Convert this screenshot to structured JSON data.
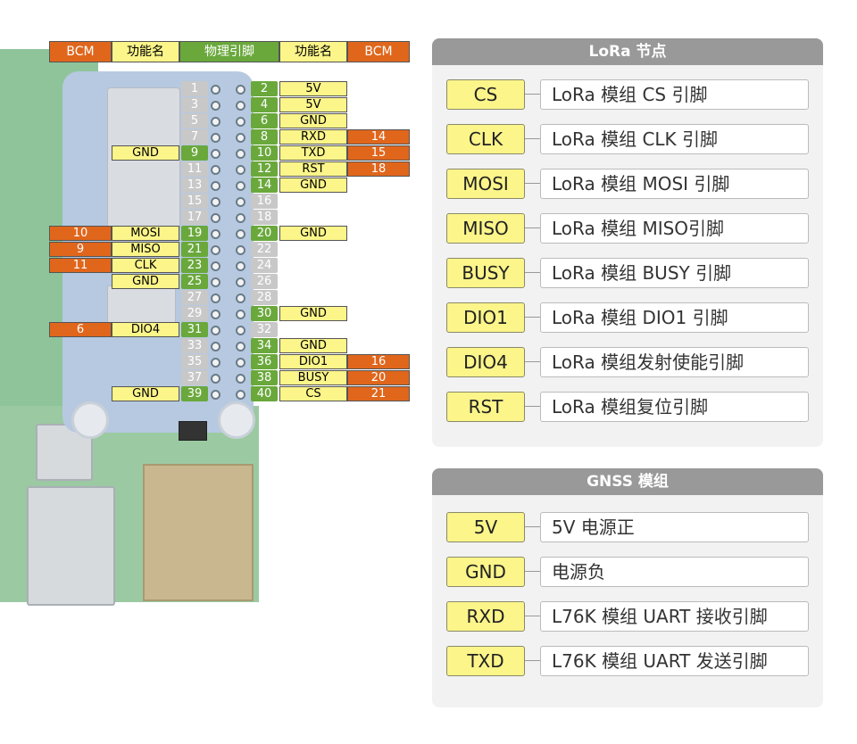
{
  "header": [
    "BCM",
    "功能名",
    "物理引脚",
    "功能名",
    "BCM"
  ],
  "left_rows": [
    {
      "pin": "1",
      "func": "",
      "bcm": ""
    },
    {
      "pin": "3",
      "func": "",
      "bcm": ""
    },
    {
      "pin": "5",
      "func": "",
      "bcm": ""
    },
    {
      "pin": "7",
      "func": "",
      "bcm": ""
    },
    {
      "pin": "9",
      "func": "GND",
      "bcm": ""
    },
    {
      "pin": "11",
      "func": "",
      "bcm": ""
    },
    {
      "pin": "13",
      "func": "",
      "bcm": ""
    },
    {
      "pin": "15",
      "func": "",
      "bcm": ""
    },
    {
      "pin": "17",
      "func": "",
      "bcm": ""
    },
    {
      "pin": "19",
      "func": "MOSI",
      "bcm": "10"
    },
    {
      "pin": "21",
      "func": "MISO",
      "bcm": "9"
    },
    {
      "pin": "23",
      "func": "CLK",
      "bcm": "11"
    },
    {
      "pin": "25",
      "func": "GND",
      "bcm": ""
    },
    {
      "pin": "27",
      "func": "",
      "bcm": ""
    },
    {
      "pin": "29",
      "func": "",
      "bcm": ""
    },
    {
      "pin": "31",
      "func": "DIO4",
      "bcm": "6"
    },
    {
      "pin": "33",
      "func": "",
      "bcm": ""
    },
    {
      "pin": "35",
      "func": "",
      "bcm": ""
    },
    {
      "pin": "37",
      "func": "",
      "bcm": ""
    },
    {
      "pin": "39",
      "func": "GND",
      "bcm": ""
    }
  ],
  "right_rows": [
    {
      "pin": "2",
      "func": "5V",
      "bcm": ""
    },
    {
      "pin": "4",
      "func": "5V",
      "bcm": ""
    },
    {
      "pin": "6",
      "func": "GND",
      "bcm": ""
    },
    {
      "pin": "8",
      "func": "RXD",
      "bcm": "14"
    },
    {
      "pin": "10",
      "func": "TXD",
      "bcm": "15"
    },
    {
      "pin": "12",
      "func": "RST",
      "bcm": "18"
    },
    {
      "pin": "14",
      "func": "GND",
      "bcm": ""
    },
    {
      "pin": "16",
      "func": "",
      "bcm": ""
    },
    {
      "pin": "18",
      "func": "",
      "bcm": ""
    },
    {
      "pin": "20",
      "func": "GND",
      "bcm": ""
    },
    {
      "pin": "22",
      "func": "",
      "bcm": ""
    },
    {
      "pin": "24",
      "func": "",
      "bcm": ""
    },
    {
      "pin": "26",
      "func": "",
      "bcm": ""
    },
    {
      "pin": "28",
      "func": "",
      "bcm": ""
    },
    {
      "pin": "30",
      "func": "GND",
      "bcm": ""
    },
    {
      "pin": "32",
      "func": "",
      "bcm": ""
    },
    {
      "pin": "34",
      "func": "GND",
      "bcm": ""
    },
    {
      "pin": "36",
      "func": "DIO1",
      "bcm": "16"
    },
    {
      "pin": "38",
      "func": "BUSY",
      "bcm": "20"
    },
    {
      "pin": "40",
      "func": "CS",
      "bcm": "21"
    }
  ],
  "lora_panel": {
    "title": "LoRa 节点",
    "rows": [
      {
        "label": "CS",
        "desc": "LoRa 模组 CS 引脚"
      },
      {
        "label": "CLK",
        "desc": "LoRa 模组 CLK 引脚"
      },
      {
        "label": "MOSI",
        "desc": "LoRa 模组 MOSI 引脚"
      },
      {
        "label": "MISO",
        "desc": "LoRa 模组 MISO引脚"
      },
      {
        "label": "BUSY",
        "desc": "LoRa 模组 BUSY 引脚"
      },
      {
        "label": "DIO1",
        "desc": "LoRa 模组 DIO1 引脚"
      },
      {
        "label": "DIO4",
        "desc": "LoRa 模组发射使能引脚"
      },
      {
        "label": "RST",
        "desc": "LoRa 模组复位引脚"
      }
    ]
  },
  "gnss_panel": {
    "title": "GNSS 模组",
    "rows": [
      {
        "label": "5V",
        "desc": "5V 电源正"
      },
      {
        "label": "GND",
        "desc": "电源负"
      },
      {
        "label": "RXD",
        "desc": "L76K 模组 UART 接收引脚"
      },
      {
        "label": "TXD",
        "desc": "L76K 模组 UART 发送引脚"
      }
    ]
  },
  "colors": {
    "bcm": "#e0661c",
    "func": "#fbf58a",
    "pin_used": "#6aa83c",
    "pin_unused": "#c8c8c8",
    "panel_title": "#999999"
  }
}
